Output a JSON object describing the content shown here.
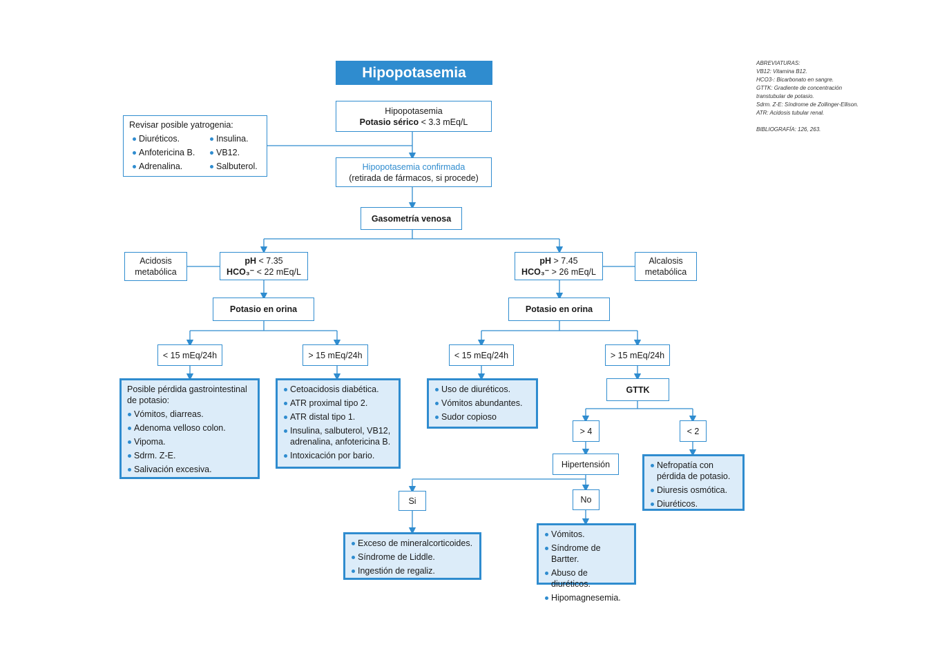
{
  "title": "Hipopotasemia",
  "abbreviations": {
    "heading": "ABREVIATURAS:",
    "lines": [
      "VB12: Vitamina B12.",
      "HCO3-: Bicarbonato en sangre.",
      "GTTK: Gradiente de concentración",
      "transtubular de potasio.",
      "Sdrm. Z-E: Síndrome de Zollinger-Ellison.",
      "ATR: Acidosis tubular renal."
    ],
    "bibliography": "BIBLIOGRAFÍA: 126, 263."
  },
  "start": {
    "line1": "Hipopotasemia",
    "line2_bold": "Potasio sérico",
    "line2_rest": " < 3.3 mEq/L"
  },
  "iatrogenia": {
    "heading": "Revisar posible yatrogenia:",
    "items": [
      "Diuréticos.",
      "Insulina.",
      "Anfotericina B.",
      "VB12.",
      "Adrenalina.",
      "Salbuterol."
    ]
  },
  "confirmed": {
    "line1": "Hipopotasemia confirmada",
    "line2": "(retirada de fármacos, si procede)"
  },
  "gasometria": "Gasometría venosa",
  "acidosis": {
    "label": "Acidosis metabólica",
    "ph_bold": "pH",
    "ph_rest": " < 7.35",
    "hco3_bold": "HCO₃⁻",
    "hco3_rest": " < 22 mEq/L",
    "potasio": "Potasio en orina",
    "low": "< 15 mEq/24h",
    "high": "> 15 mEq/24h",
    "low_result": {
      "heading": "Posible pérdida gastrointestinal de potasio:",
      "items": [
        "Vómitos, diarreas.",
        "Adenoma velloso colon.",
        "Vipoma.",
        "Sdrm. Z-E.",
        "Salivación excesiva."
      ]
    },
    "high_result": {
      "items": [
        "Cetoacidosis diabética.",
        "ATR proximal tipo 2.",
        "ATR distal tipo 1.",
        "Insulina, salbuterol, VB12, adrenalina, anfotericina B.",
        "Intoxicación por bario."
      ]
    }
  },
  "alcalosis": {
    "label": "Alcalosis metabólica",
    "ph_bold": "pH",
    "ph_rest": " > 7.45",
    "hco3_bold": "HCO₃⁻",
    "hco3_rest": " > 26 mEq/L",
    "potasio": "Potasio en orina",
    "low": "< 15 mEq/24h",
    "high": "> 15 mEq/24h",
    "low_result": {
      "items": [
        "Uso de diuréticos.",
        "Vómitos abundantes.",
        "Sudor copioso"
      ]
    },
    "gttk": "GTTK",
    "gt4": "> 4",
    "lt2": "< 2",
    "lt2_result": {
      "items": [
        "Nefropatía con pérdida de potasio.",
        "Diuresis osmótica.",
        "Diuréticos."
      ]
    },
    "hipertension": "Hipertensión",
    "si": "Si",
    "no": "No",
    "si_result": {
      "items": [
        "Exceso de mineralcorticoides.",
        "Síndrome de Liddle.",
        "Ingestión de regaliz."
      ]
    },
    "no_result": {
      "items": [
        "Vómitos.",
        "Síndrome de Bartter.",
        "Abuso de diuréticos.",
        "Hipomagnesemia."
      ]
    }
  },
  "colors": {
    "accent": "#2f8ccf",
    "fill": "#dcecf9"
  }
}
